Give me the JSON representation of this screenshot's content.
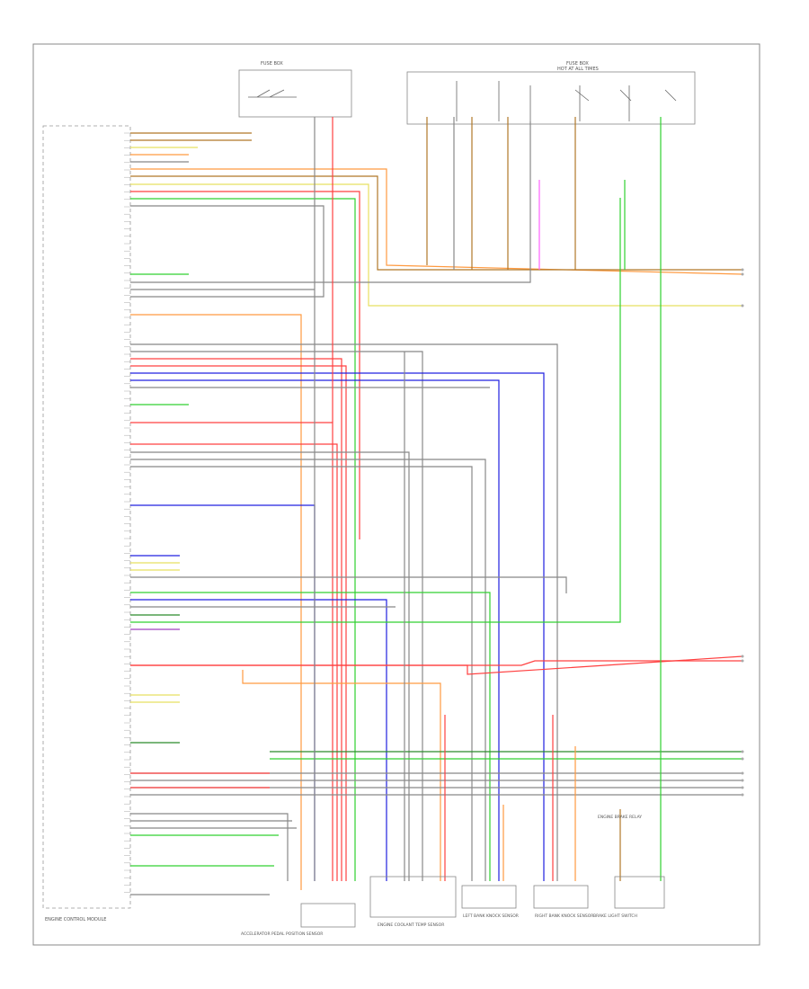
{
  "labels": {
    "ecm": "ENGINE CONTROL MODULE",
    "fuse_box_top": "FUSE BOX",
    "hot_at_all_times": "HOT AT ALL TIMES",
    "fuse_box_right": "FUSE BOX",
    "accelerator_pedal": "ACCELERATOR PEDAL POSITION SENSOR",
    "engine_coolant": "ENGINE COOLANT TEMP SENSOR",
    "left_knock": "LEFT BANK KNOCK SENSOR",
    "right_knock": "RIGHT BANK KNOCK SENSOR",
    "brake_switch": "BRAKE LIGHT SWITCH",
    "brake_relay": "ENGINE BRAKE RELAY"
  },
  "wire_colors": {
    "red": "#ff4040",
    "orange": "#ff9a40",
    "yellow": "#e8e060",
    "green": "#30d030",
    "dark_green": "#2a8a2a",
    "blue": "#2020e0",
    "brown": "#b07828",
    "gray": "#888888",
    "pink": "#ff60ff",
    "purple": "#a040c0"
  }
}
